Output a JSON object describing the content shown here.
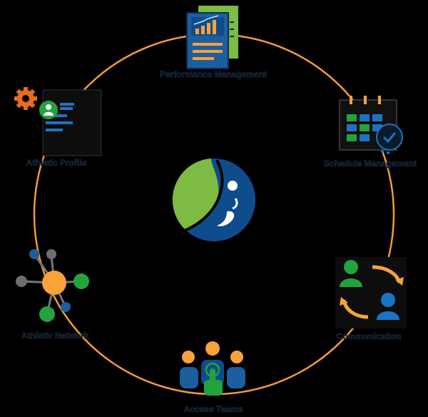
{
  "colors": {
    "ring": "#F39A38",
    "navy": "#0F4C8C",
    "blue": "#1C73C5",
    "green": "#7DBB42",
    "bright_green": "#23A33C",
    "orange": "#F7A23B",
    "dark_orange": "#E96B1E",
    "grey": "#6E6E6E",
    "background": "#000000"
  },
  "nodes": [
    {
      "id": "performance",
      "label": "Performance Management",
      "icon": "report-chart-icon"
    },
    {
      "id": "schedule",
      "label": "Schedule Management",
      "icon": "calendar-clock-icon"
    },
    {
      "id": "communication",
      "label": "Communication",
      "icon": "people-exchange-icon"
    },
    {
      "id": "access",
      "label": "Access Teams",
      "icon": "team-touch-icon"
    },
    {
      "id": "network",
      "label": "Athletic Network",
      "icon": "network-graph-icon"
    },
    {
      "id": "profile",
      "label": "Athletic Profile",
      "icon": "profile-settings-icon"
    }
  ],
  "center": {
    "icon": "brand-logo-icon"
  }
}
